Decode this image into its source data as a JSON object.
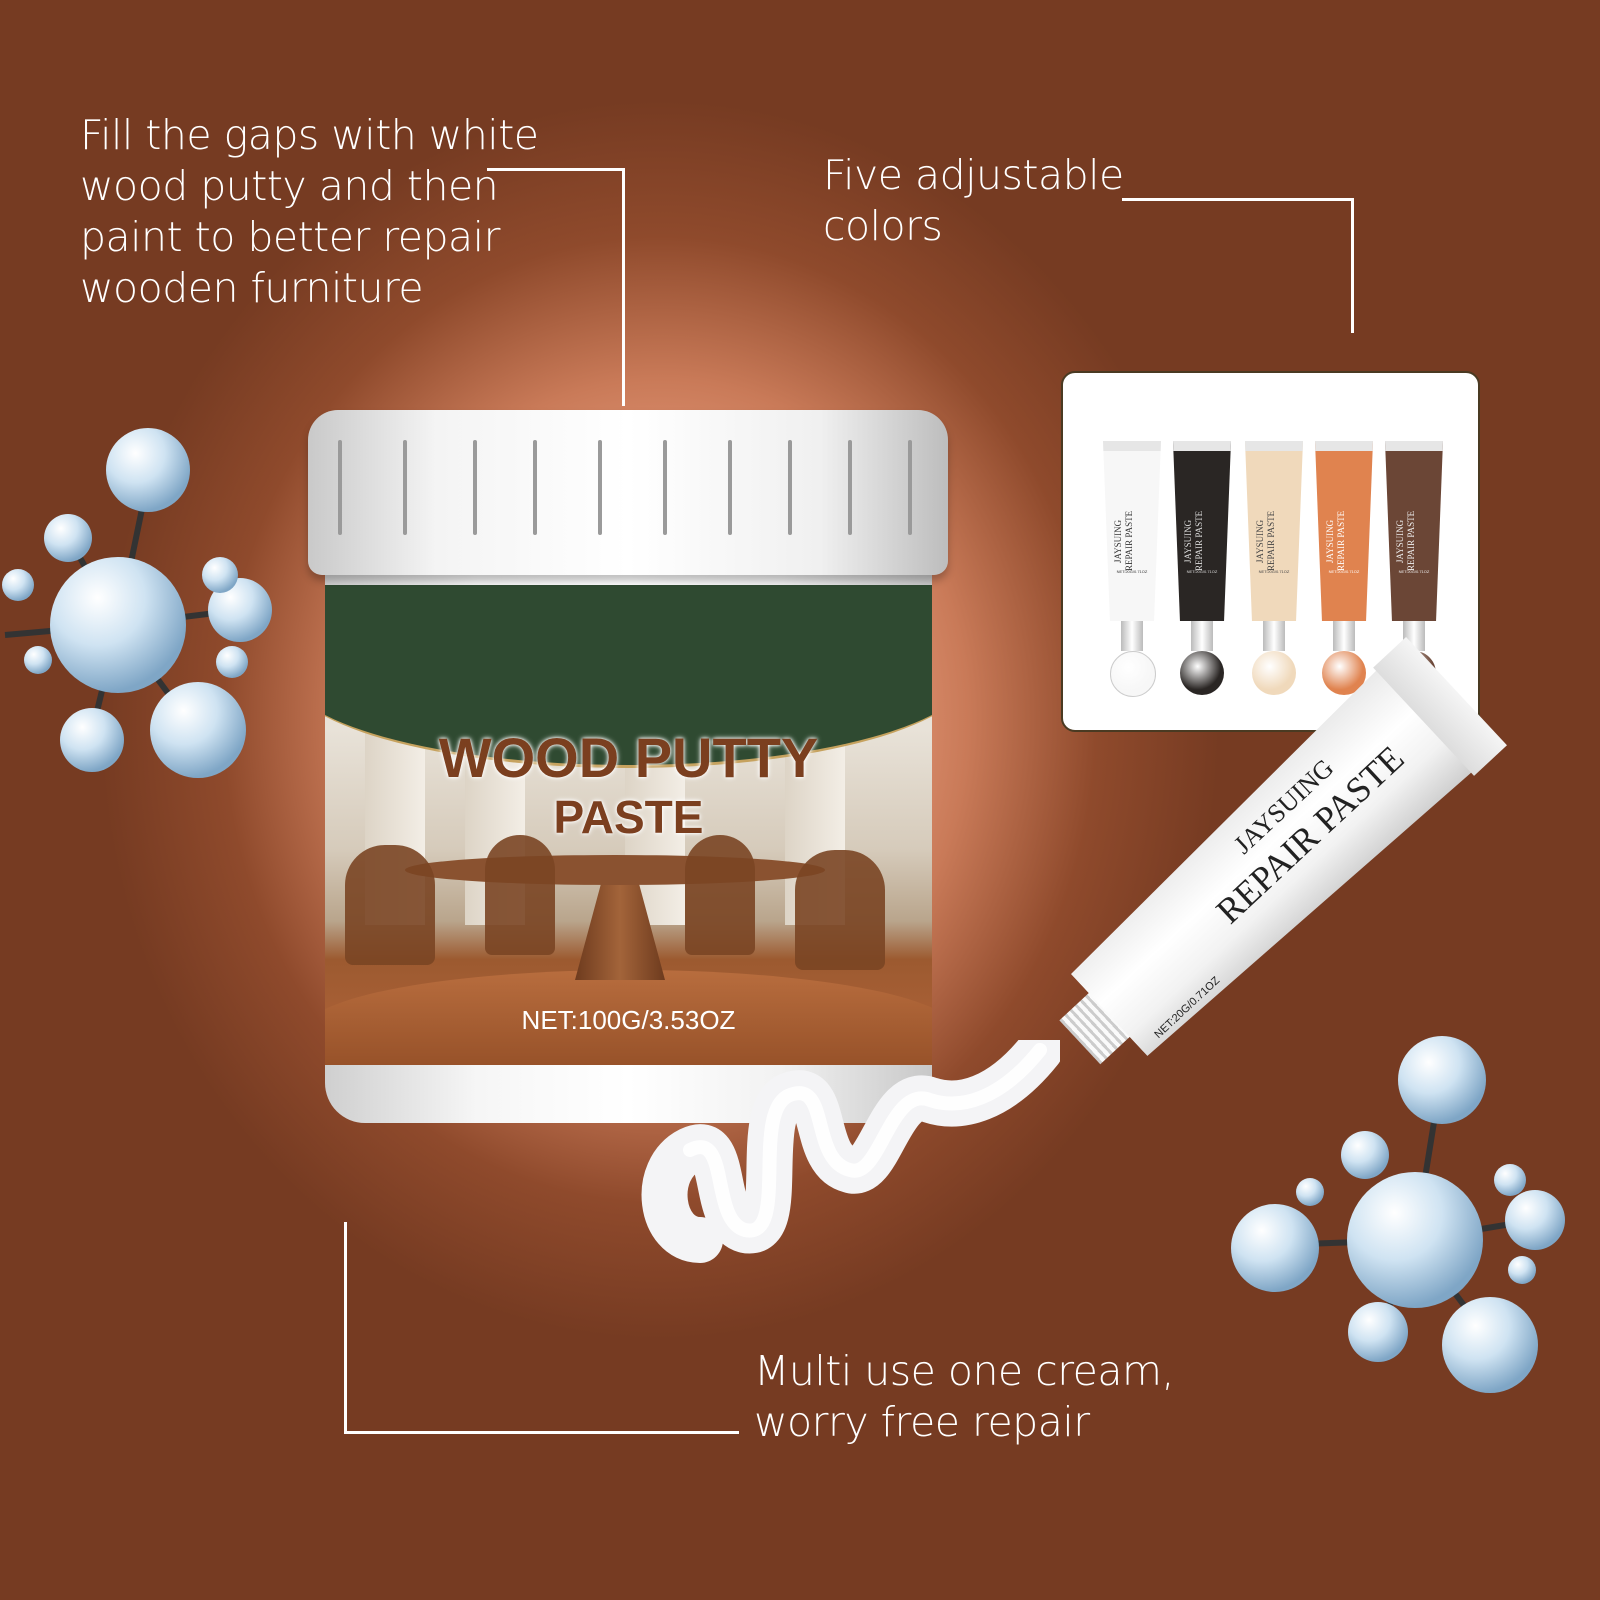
{
  "callouts": {
    "fill_gaps": [
      "Fill the gaps with white",
      "wood putty and then",
      "paint to better repair",
      "wooden furniture"
    ],
    "five_colors": [
      "Five adjustable",
      "colors"
    ],
    "multi_use": [
      "Multi use one cream,",
      "worry free repair"
    ]
  },
  "jar": {
    "title_line1": "WOOD PUTTY",
    "title_line2": "PASTE",
    "net": "NET:100G/3.53OZ"
  },
  "swatches": {
    "brand": "JAYSUING",
    "product": "REPAIR PASTE",
    "net": "NET:20G/0.71OZ",
    "colors": [
      {
        "name": "white",
        "tube": "#f7f7f7",
        "text": "#333333"
      },
      {
        "name": "black",
        "tube": "#2a2624",
        "text": "#dddddd"
      },
      {
        "name": "beige",
        "tube": "#f0d9bb",
        "text": "#444444"
      },
      {
        "name": "orange",
        "tube": "#e0834f",
        "text": "#ffffff"
      },
      {
        "name": "brown",
        "tube": "#6b4636",
        "text": "#eeeeee"
      }
    ]
  },
  "tube": {
    "brand": "JAYSUING",
    "product": "REPAIR PASTE",
    "net": "NET:20G/0.71OZ"
  },
  "colors": {
    "background": "#763b22",
    "glow": "#f4b194",
    "jar_band": "#2f4a31",
    "title": "#7b3f1f"
  }
}
